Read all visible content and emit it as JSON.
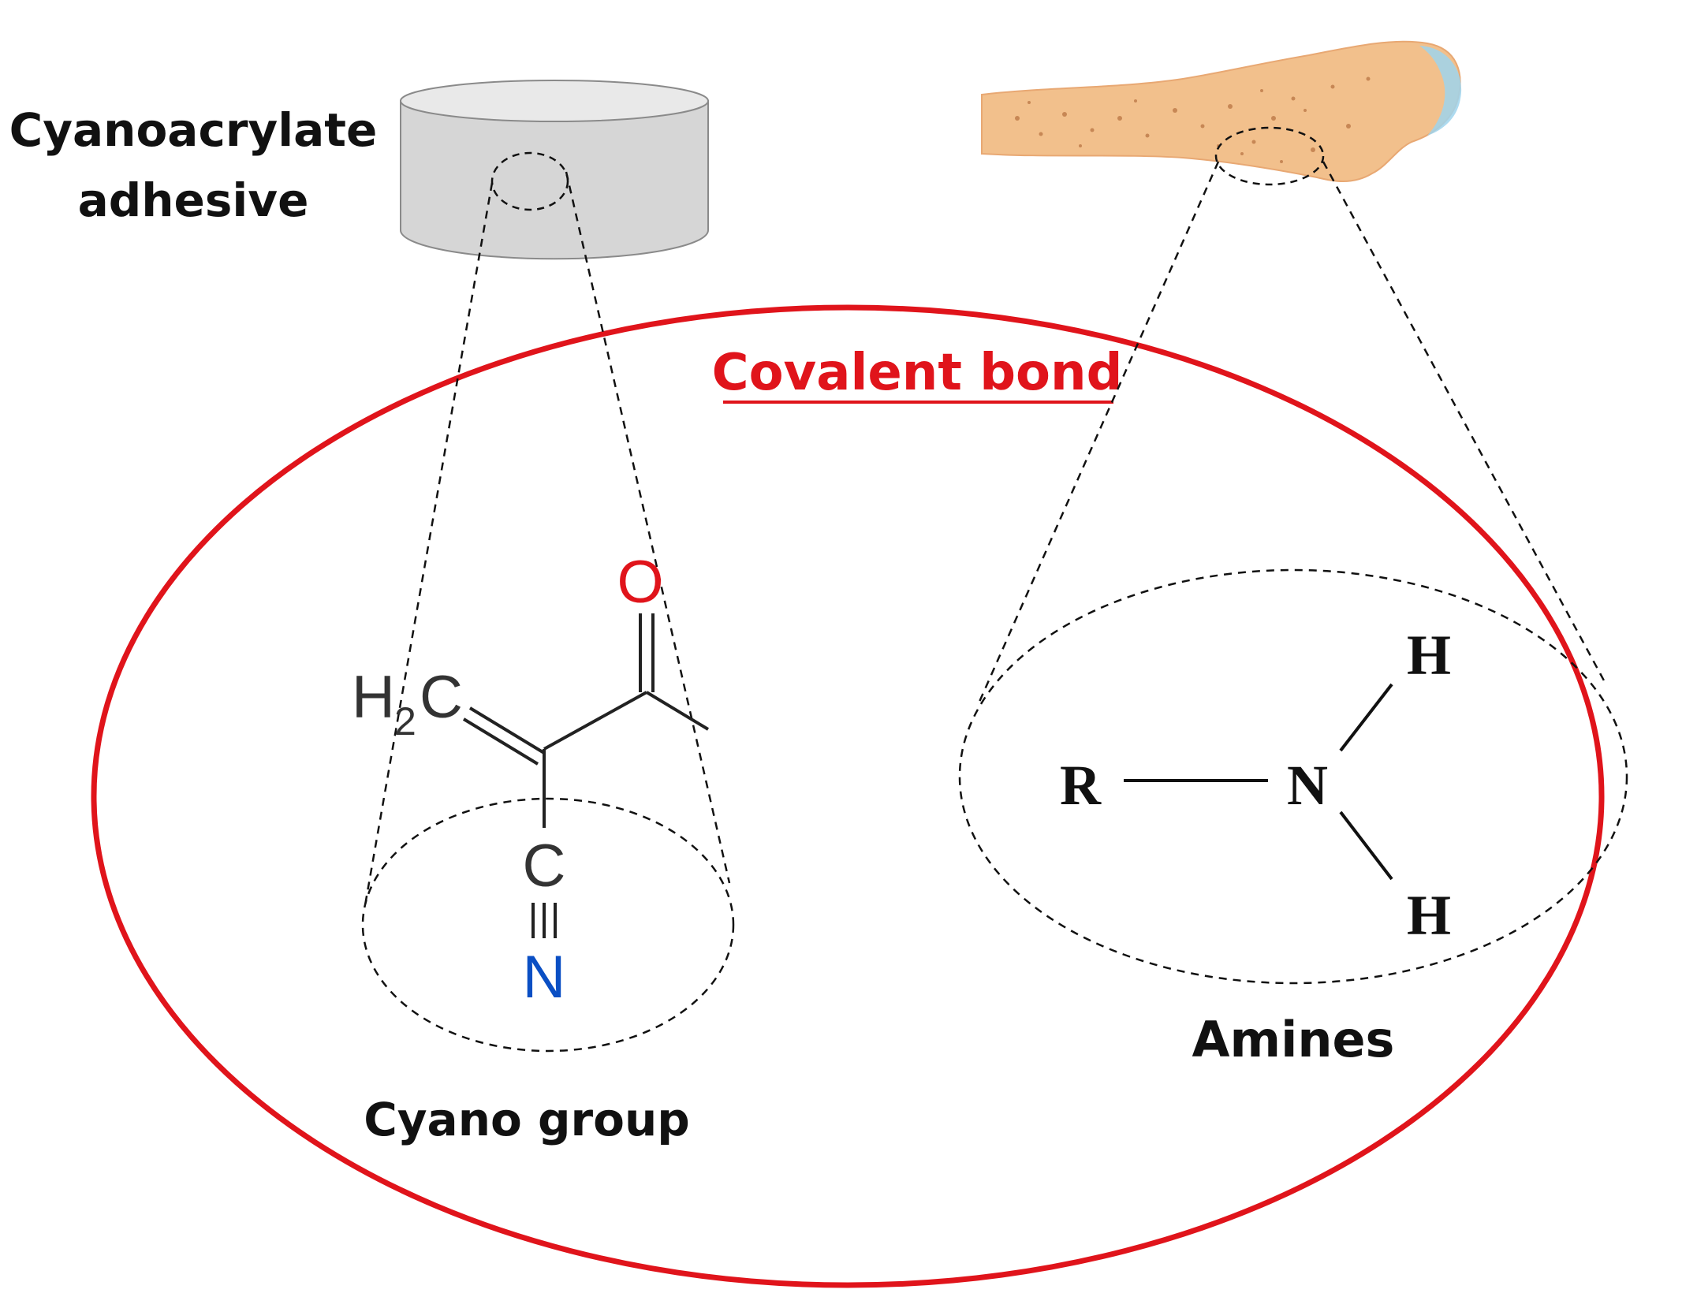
{
  "labels": {
    "adhesive_line1": "Cyanoacrylate",
    "adhesive_line2": "adhesive",
    "bond": "Covalent bond",
    "cyano": "Cyano group",
    "amines": "Amines"
  },
  "cyanoacrylate": {
    "h": "H",
    "sub2": "2",
    "c_ch2": "C",
    "oxygen": "O",
    "carbon": "C",
    "nitrogen": "N"
  },
  "amine": {
    "r": "R",
    "n": "N",
    "h_top": "H",
    "h_bottom": "H"
  },
  "colors": {
    "bond_red": "#e0141b",
    "oxygen_red": "#e0141b",
    "nitrogen_blue": "#0a4fc4",
    "cylinder_fill": "#d6d6d6",
    "cylinder_top": "#e8e8e8",
    "bone": "#f2c08c",
    "bone_cap": "#9fd3ec"
  }
}
